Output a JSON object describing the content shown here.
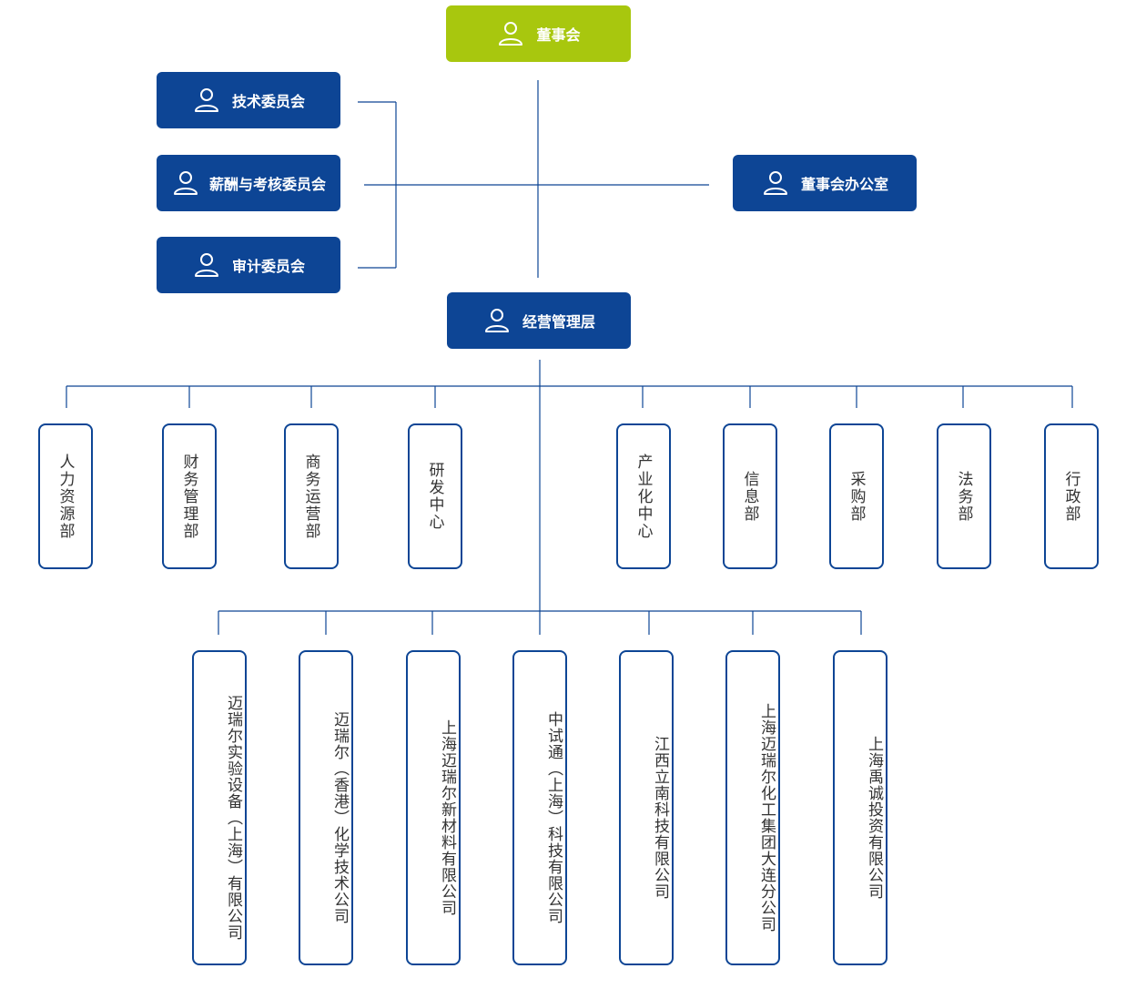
{
  "board": {
    "label": "董事会"
  },
  "committees": [
    {
      "label": "技术委员会"
    },
    {
      "label": "薪酬与考核委员会"
    },
    {
      "label": "审计委员会"
    }
  ],
  "board_office": {
    "label": "董事会办公室"
  },
  "management": {
    "label": "经营管理层"
  },
  "departments": [
    {
      "label": "人力资源部"
    },
    {
      "label": "财务管理部"
    },
    {
      "label": "商务运营部"
    },
    {
      "label": "研发中心"
    },
    {
      "label": "产业化中心"
    },
    {
      "label": "信息部"
    },
    {
      "label": "采购部"
    },
    {
      "label": "法务部"
    },
    {
      "label": "行政部"
    }
  ],
  "subsidiaries": [
    {
      "label": "迈瑞尔实验设备（上海）有限公司"
    },
    {
      "label": "迈瑞尔（香港）化学技术公司"
    },
    {
      "label": "上海迈瑞尔新材料有限公司"
    },
    {
      "label": "中试通（上海）科技有限公司"
    },
    {
      "label": "江西立南科技有限公司"
    },
    {
      "label": "上海迈瑞尔化工集团大连分公司"
    },
    {
      "label": "上海禹诚投资有限公司"
    }
  ],
  "colors": {
    "primary": "#0d4595",
    "accent": "#a8c70e",
    "line": "#0d4595"
  },
  "icons": {
    "node_icon": "user-icon"
  }
}
